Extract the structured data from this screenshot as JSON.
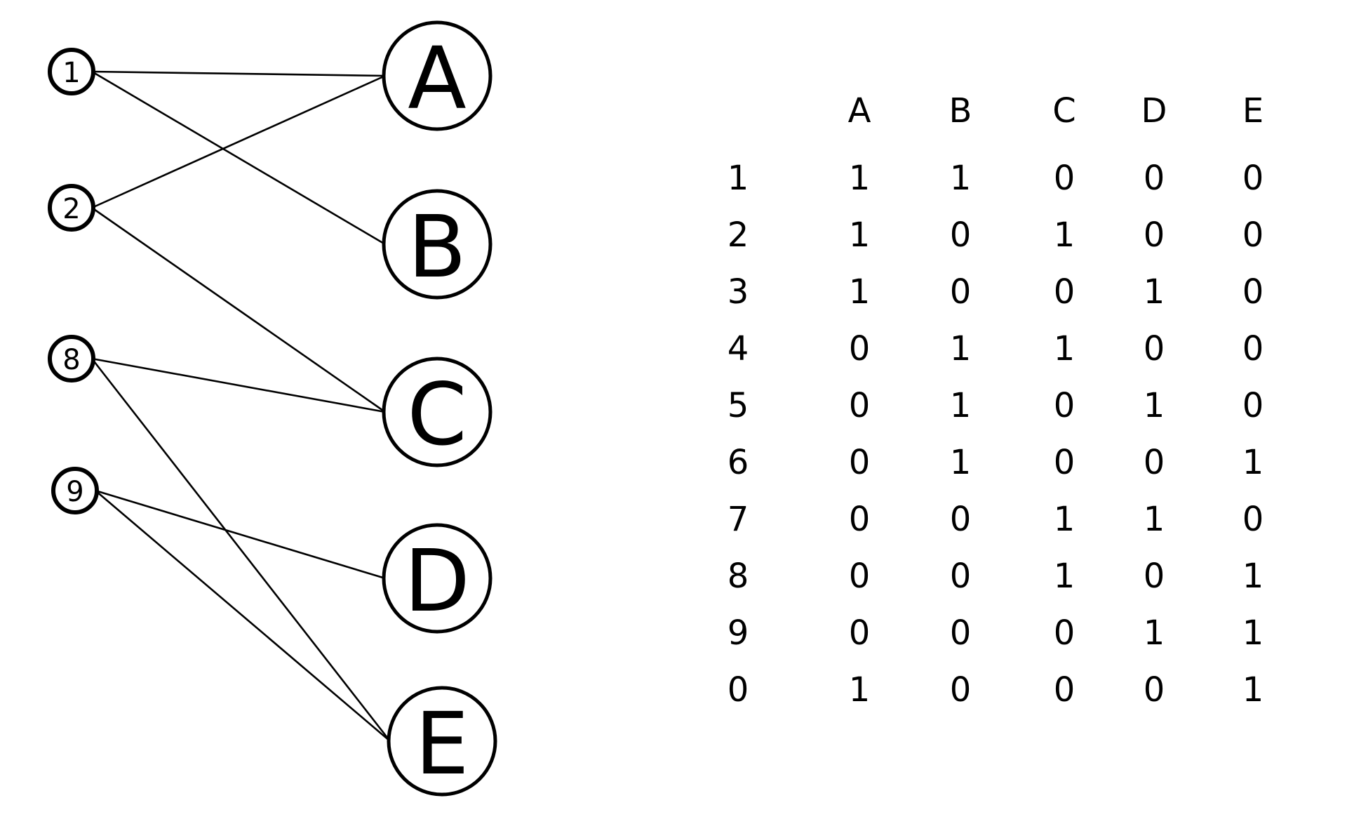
{
  "graph": {
    "left_nodes": [
      "1",
      "2",
      "8",
      "9"
    ],
    "right_nodes": [
      "A",
      "B",
      "C",
      "D",
      "E"
    ],
    "edges": [
      [
        "1",
        "A"
      ],
      [
        "1",
        "B"
      ],
      [
        "2",
        "A"
      ],
      [
        "2",
        "C"
      ],
      [
        "8",
        "C"
      ],
      [
        "8",
        "E"
      ],
      [
        "9",
        "D"
      ],
      [
        "9",
        "E"
      ]
    ]
  },
  "matrix": {
    "columns": [
      "A",
      "B",
      "C",
      "D",
      "E"
    ],
    "rows": [
      {
        "label": "1",
        "values": [
          "1",
          "1",
          "0",
          "0",
          "0"
        ]
      },
      {
        "label": "2",
        "values": [
          "1",
          "0",
          "1",
          "0",
          "0"
        ]
      },
      {
        "label": "3",
        "values": [
          "1",
          "0",
          "0",
          "1",
          "0"
        ]
      },
      {
        "label": "4",
        "values": [
          "0",
          "1",
          "1",
          "0",
          "0"
        ]
      },
      {
        "label": "5",
        "values": [
          "0",
          "1",
          "0",
          "1",
          "0"
        ]
      },
      {
        "label": "6",
        "values": [
          "0",
          "1",
          "0",
          "0",
          "1"
        ]
      },
      {
        "label": "7",
        "values": [
          "0",
          "0",
          "1",
          "1",
          "0"
        ]
      },
      {
        "label": "8",
        "values": [
          "0",
          "0",
          "1",
          "0",
          "1"
        ]
      },
      {
        "label": "9",
        "values": [
          "0",
          "0",
          "0",
          "1",
          "1"
        ]
      },
      {
        "label": "0",
        "values": [
          "1",
          "0",
          "0",
          "0",
          "1"
        ]
      }
    ]
  }
}
